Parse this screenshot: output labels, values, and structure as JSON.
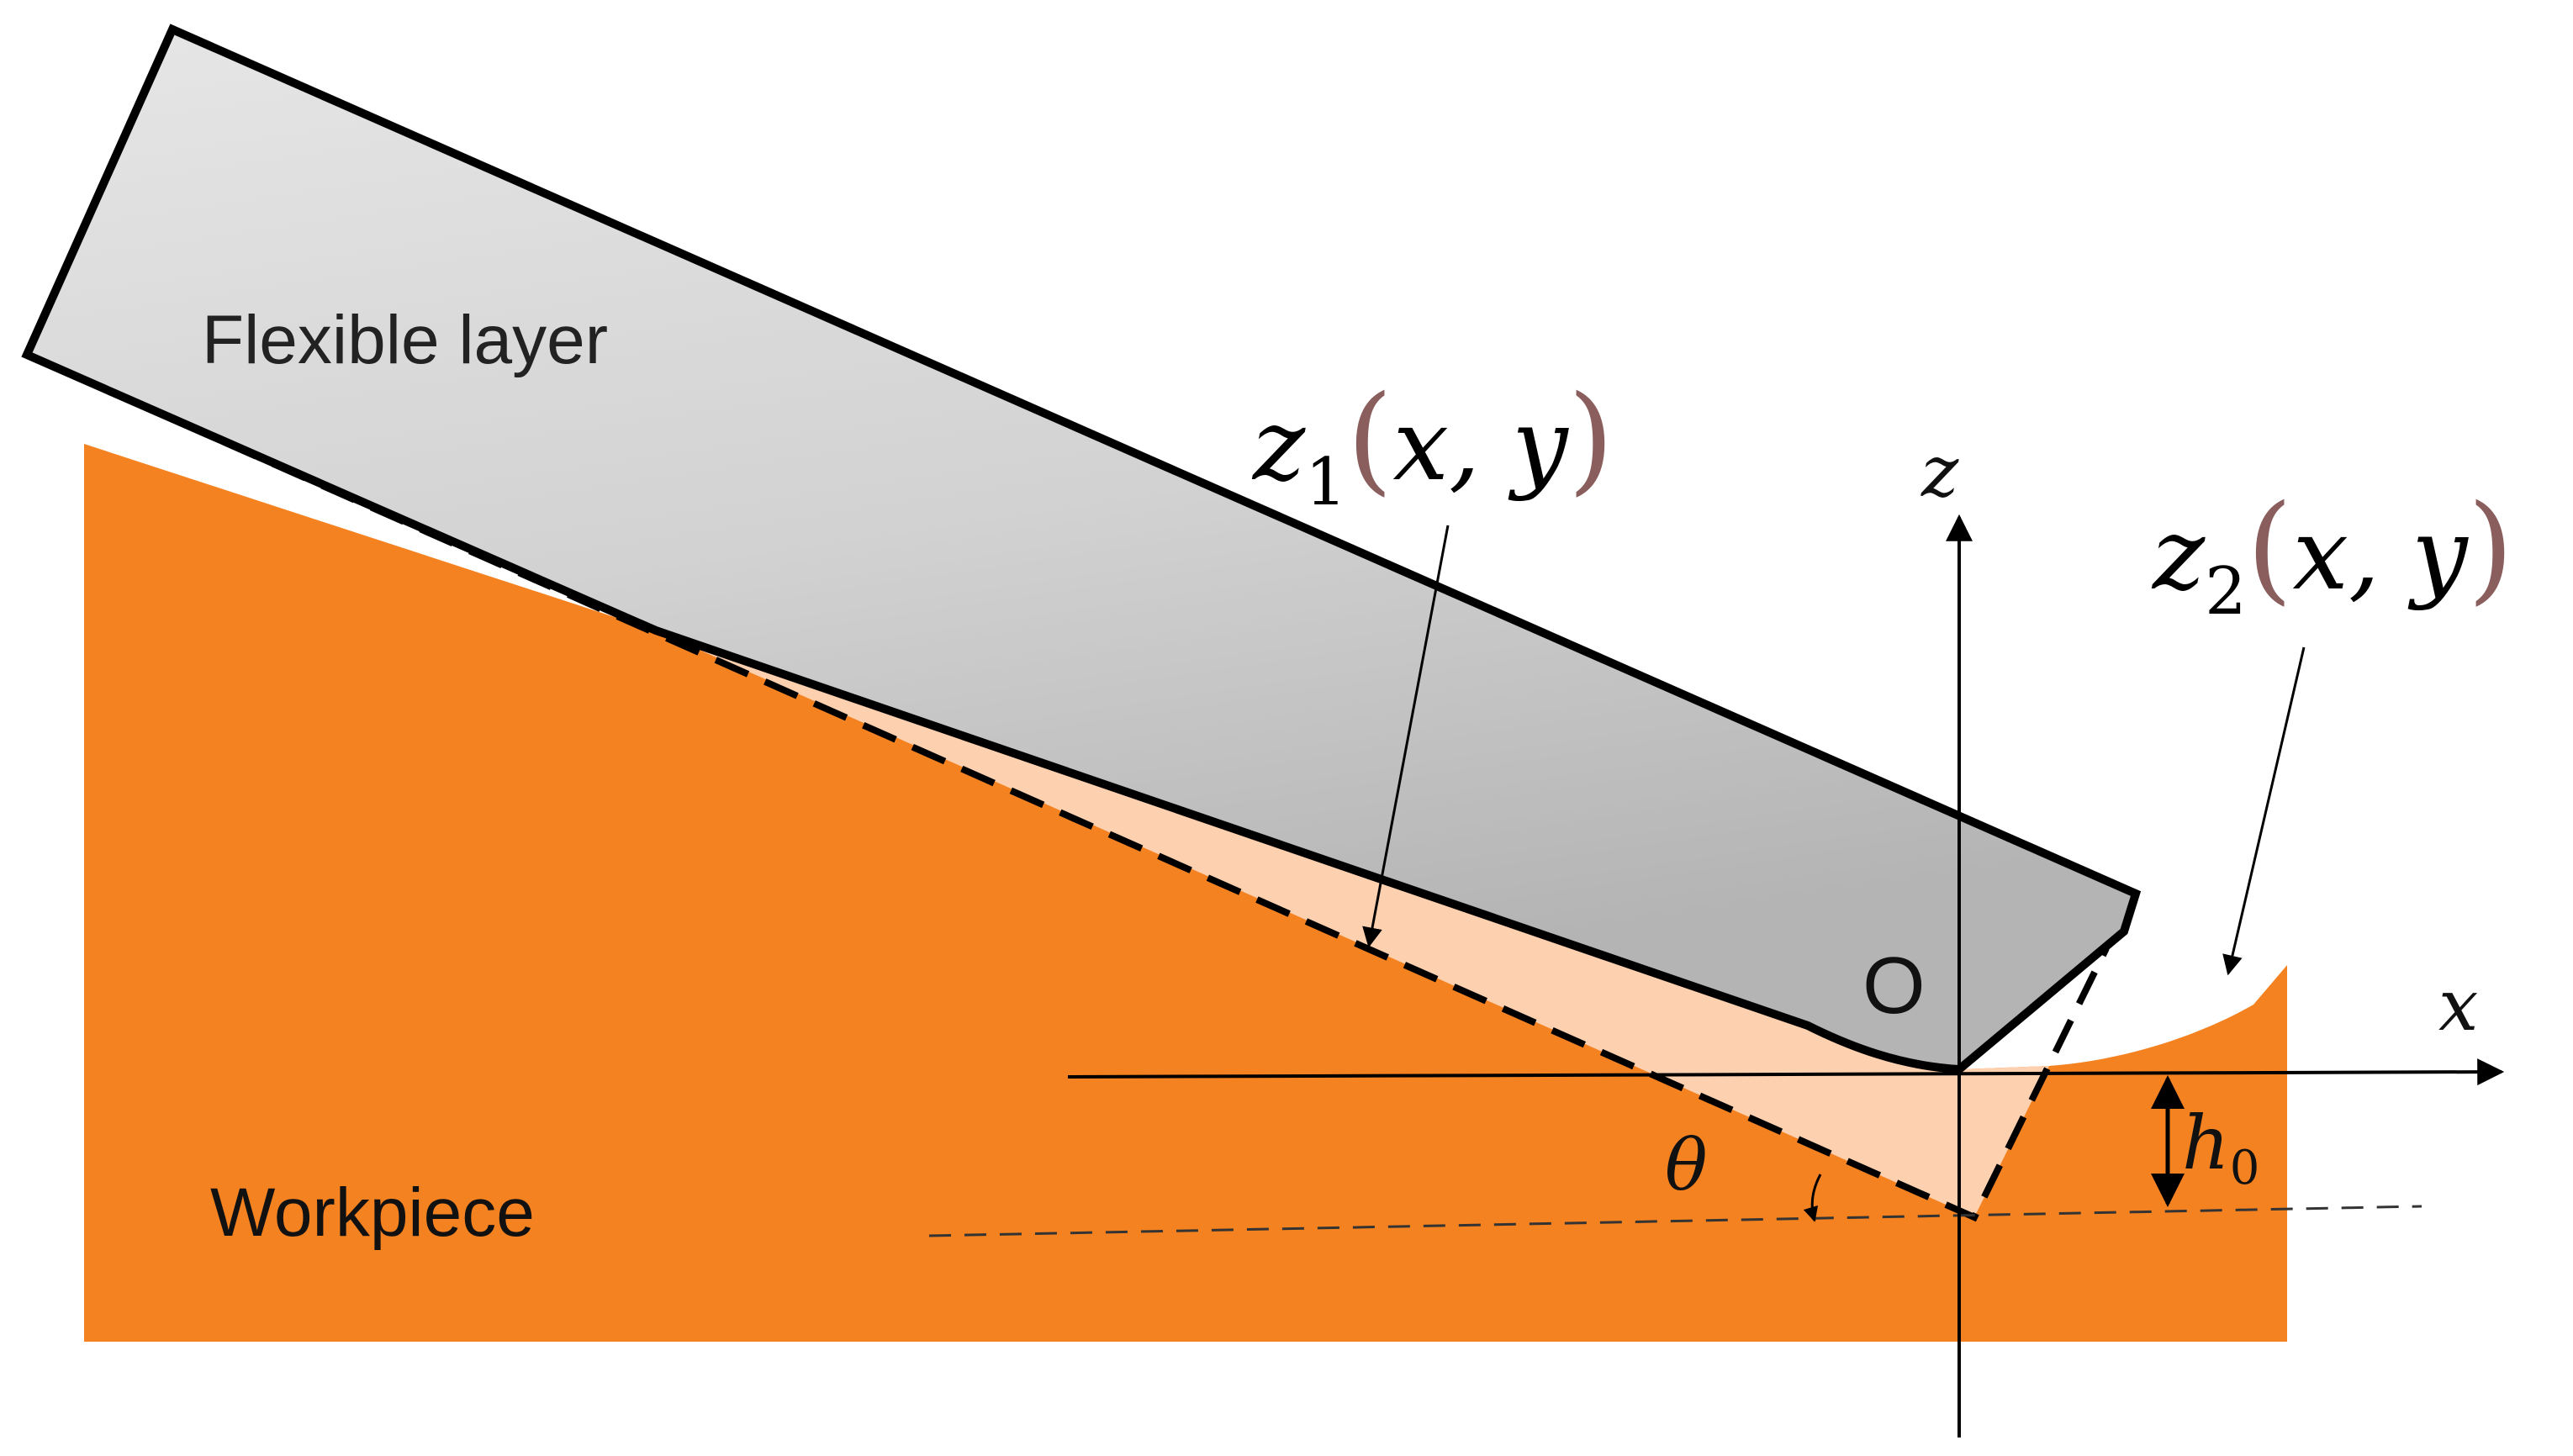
{
  "labels": {
    "flexible_layer": "Flexible layer",
    "workpiece": "Workpiece",
    "origin": "O",
    "theta": "θ",
    "h0_main": "h",
    "h0_sub": "0",
    "x_axis": "x",
    "z_axis": "z",
    "z1": {
      "var": "z",
      "sub": "1",
      "open": "(",
      "args": "x, y",
      "close": ")"
    },
    "z2": {
      "var": "z",
      "sub": "2",
      "open": "(",
      "args": "x, y",
      "close": ")"
    }
  },
  "colors": {
    "workpiece": "#F58220",
    "removed_region": "#FDD0B0",
    "flexible_layer_light": "#DCDCDC",
    "flexible_layer_dark": "#BDBDBD",
    "outline": "#000000",
    "paren": "#8B5E5E"
  }
}
